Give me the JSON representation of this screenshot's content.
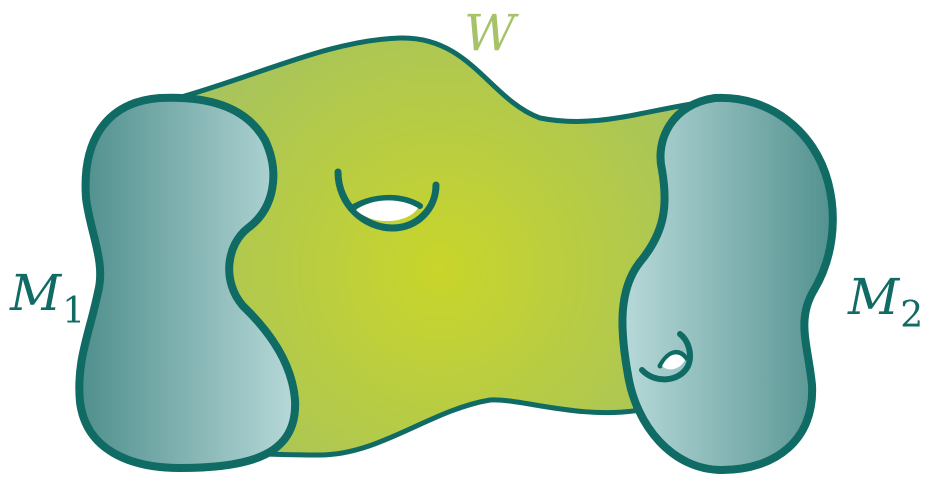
{
  "labels": {
    "w": {
      "main": "W",
      "sub": ""
    },
    "m1": {
      "main": "M",
      "sub": "1"
    },
    "m2": {
      "main": "M",
      "sub": "2"
    }
  },
  "colors": {
    "outline": "#0f6b63",
    "cobordism_center": "#c9d52a",
    "cobordism_edge": "#9ebf6a",
    "boundary_light": "#b9dada",
    "boundary_dark": "#4f8f8d",
    "label_w": "#a7c36a",
    "label_m": "#0f6b63"
  }
}
